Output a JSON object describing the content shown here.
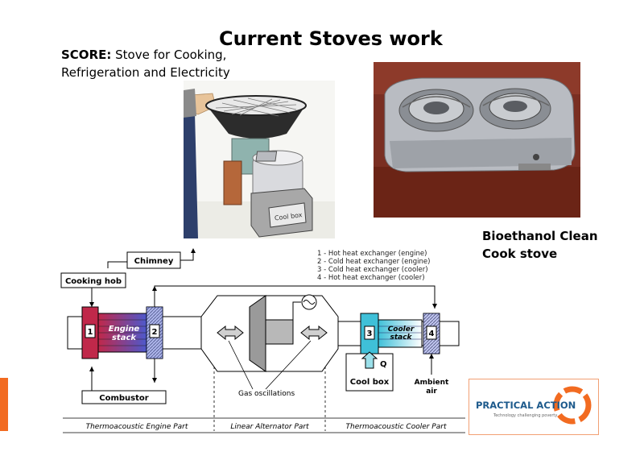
{
  "slide": {
    "title": "Current Stoves work",
    "subtitle_bold": "SCORE:",
    "subtitle_line1": " Stove for Cooking,",
    "subtitle_line2": "Refrigeration and Electricity",
    "bio_line1": "Bioethanol Clean",
    "bio_line2": "Cook stove"
  },
  "sketch": {
    "box_label": "Cool box"
  },
  "diagram": {
    "chimney": "Chimney",
    "cooking_hob": "Cooking hob",
    "engine_stack": [
      "Engine",
      "stack"
    ],
    "cooler_stack": [
      "Cooler",
      "stack"
    ],
    "num1": "1",
    "num2": "2",
    "num3": "3",
    "num4": "4",
    "combustor": "Combustor",
    "gas_oscillations": "Gas oscillations",
    "cool_box": "Cool box",
    "q": "Q",
    "ambient": [
      "Ambient",
      "air"
    ],
    "legend": [
      "1 - Hot heat exchanger (engine)",
      "2 - Cold heat exchanger (engine)",
      "3 - Cold heat exchanger (cooler)",
      "4 - Hot heat exchanger (cooler)"
    ],
    "part_engine": "Thermoacoustic Engine Part",
    "part_alternator": "Linear Alternator Part",
    "part_cooler": "Thermoacoustic Cooler Part"
  },
  "logo": {
    "name": "PRACTICAL ACTION",
    "tagline": "Technology challenging poverty"
  },
  "colors": {
    "accent_orange": "#f26b21",
    "engine_red": "#c0284a",
    "engine_blue": "#4a5ad0",
    "cooler_cyan": "#3fc0d8",
    "logo_blue": "#1d5a8c"
  }
}
